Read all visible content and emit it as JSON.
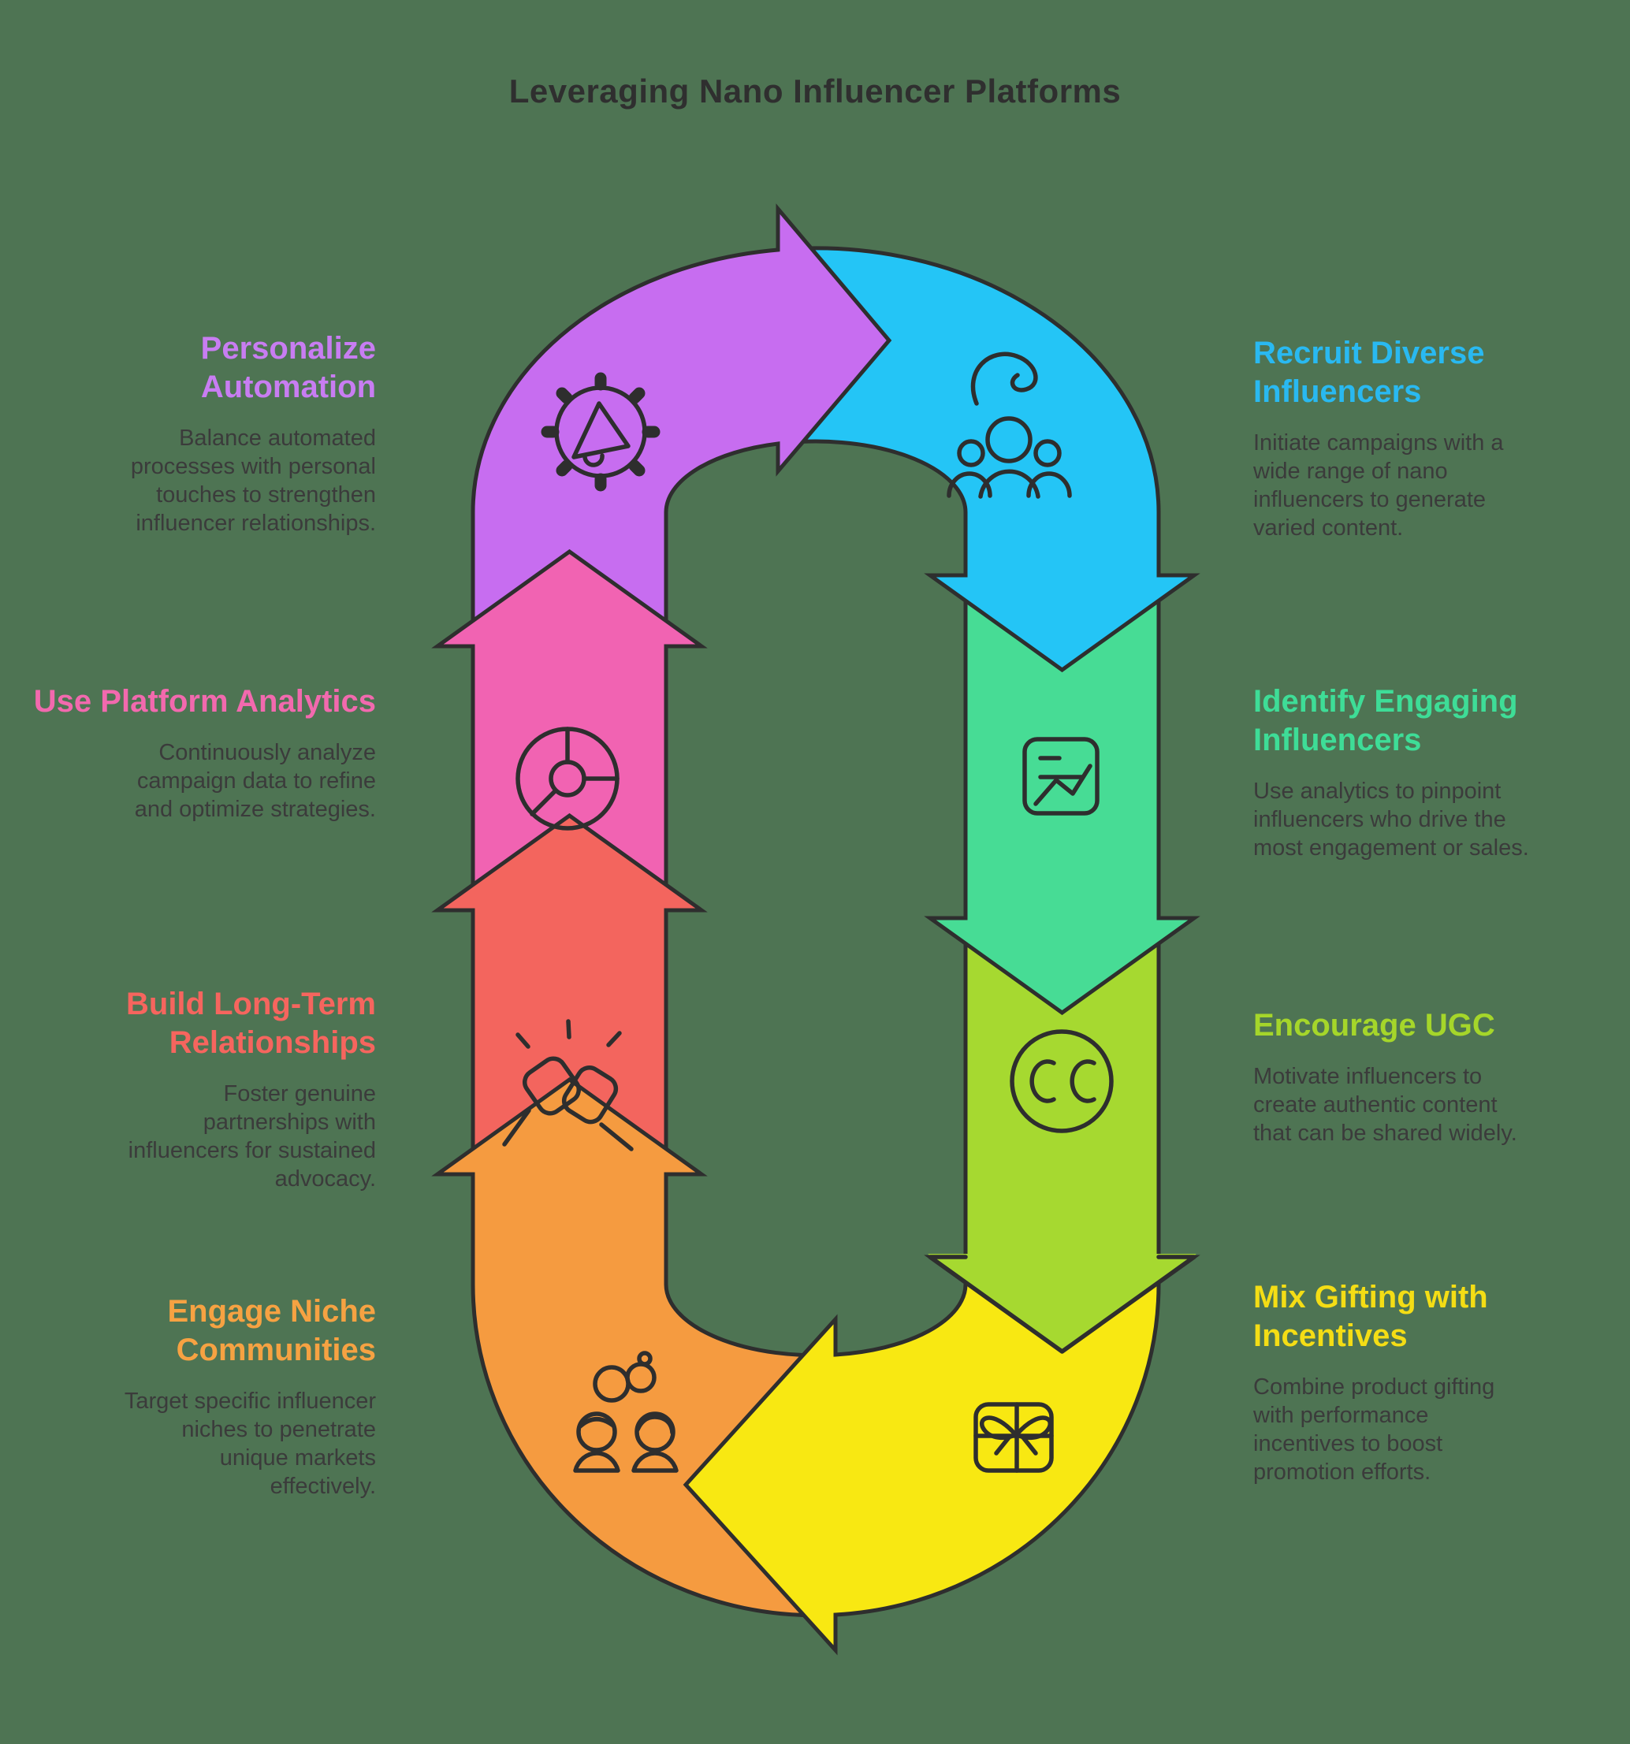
{
  "title": "Leveraging Nano Influencer Platforms",
  "background_color": "#4e7453",
  "outline_color": "#2e2e2e",
  "title_color": "#2f2f2f",
  "body_text_color": "#3b3b3b",
  "steps": [
    {
      "id": "recruit-diverse-influencers",
      "side": "right",
      "heading": "Recruit Diverse Influencers",
      "body": "Initiate campaigns with a wide range of nano influencers to generate varied content.",
      "accent_color": "#29b9f1",
      "arrow_color": "#24c5f6",
      "icon": "people-group-icon"
    },
    {
      "id": "identify-engaging-influencers",
      "side": "right",
      "heading": "Identify Engaging Influencers",
      "body": "Use analytics to pinpoint influencers who drive the most engagement or sales.",
      "accent_color": "#3edd97",
      "arrow_color": "#47dc95",
      "icon": "chart-report-icon"
    },
    {
      "id": "encourage-ugc",
      "side": "right",
      "heading": "Encourage UGC",
      "body": "Motivate influencers to create authentic content that can be shared widely.",
      "accent_color": "#a5d62a",
      "arrow_color": "#a6d930",
      "icon": "creative-commons-icon"
    },
    {
      "id": "mix-gifting-with-incentives",
      "side": "right",
      "heading": "Mix Gifting with Incentives",
      "body": "Combine product gifting with performance incentives to boost promotion efforts.",
      "accent_color": "#f4dd15",
      "arrow_color": "#f8e812",
      "icon": "gift-icon"
    },
    {
      "id": "engage-niche-communities",
      "side": "left",
      "heading": "Engage Niche Communities",
      "body": "Target specific influencer niches to penetrate unique markets effectively.",
      "accent_color": "#f6a242",
      "arrow_color": "#f59b40",
      "icon": "two-people-icon"
    },
    {
      "id": "build-long-term-relationships",
      "side": "left",
      "heading": "Build Long-Term Relationships",
      "body": "Foster genuine partnerships with influencers for sustained advocacy.",
      "accent_color": "#f6655e",
      "arrow_color": "#f3655e",
      "icon": "handshake-icon"
    },
    {
      "id": "use-platform-analytics",
      "side": "left",
      "heading": "Use Platform Analytics",
      "body": "Continuously analyze campaign data to refine and optimize strategies.",
      "accent_color": "#f269ae",
      "arrow_color": "#f163b2",
      "icon": "pie-chart-icon"
    },
    {
      "id": "personalize-automation",
      "side": "left",
      "heading": "Personalize Automation",
      "body": "Balance automated processes with personal touches to strengthen influencer relationships.",
      "accent_color": "#c87df2",
      "arrow_color": "#c76df0",
      "icon": "gear-megaphone-icon"
    }
  ]
}
